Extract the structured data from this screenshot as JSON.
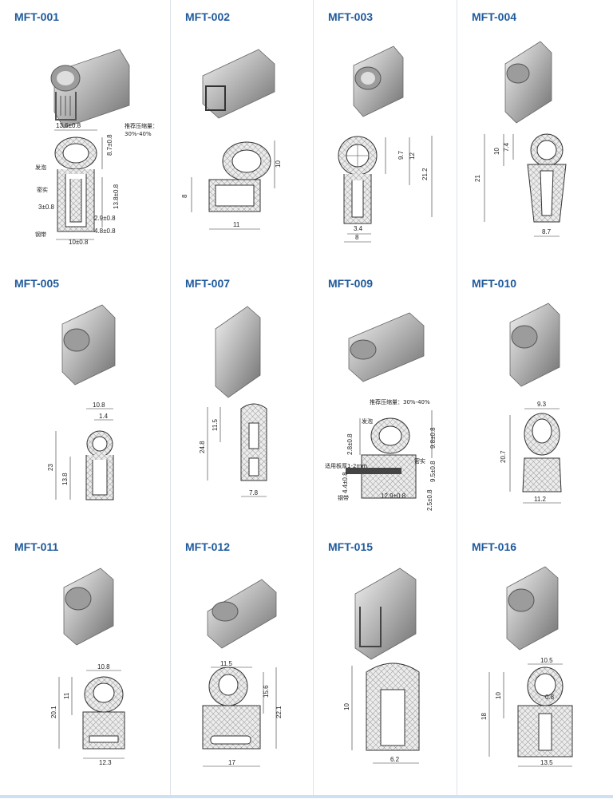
{
  "catalog": {
    "accent": "#1f5a9c",
    "items": [
      {
        "code": "MFT-001",
        "dims": [
          "13.6±0.8",
          "8.7±0.8",
          "13.8±0.8",
          "3±0.8",
          "2.9±0.8",
          "4.8±0.8",
          "10±0.8"
        ],
        "notes": [
          "推荐压缩量：",
          "30%-40%",
          "发泡",
          "密实",
          "钢带"
        ]
      },
      {
        "code": "MFT-002",
        "dims": [
          "10",
          "8",
          "11"
        ]
      },
      {
        "code": "MFT-003",
        "dims": [
          "9.7",
          "12",
          "21.2",
          "3.4",
          "8"
        ]
      },
      {
        "code": "MFT-004",
        "dims": [
          "10",
          "7.4",
          "21",
          "8.7"
        ]
      },
      {
        "code": "MFT-005",
        "dims": [
          "10.8",
          "1.4",
          "23",
          "13.8"
        ]
      },
      {
        "code": "MFT-007",
        "dims": [
          "11.5",
          "24.8",
          "7.8"
        ]
      },
      {
        "code": "MFT-009",
        "dims": [
          "2.8±0.8",
          "9.8±0.8",
          "9.5±0.8",
          "4.4±0.8",
          "12.9±0.8",
          "2.5±0.8"
        ],
        "notes": [
          "推荐压缩量：30%-40%",
          "发泡",
          "适用板厚1-2mm",
          "密实",
          "钢带"
        ]
      },
      {
        "code": "MFT-010",
        "dims": [
          "9.3",
          "20.7",
          "11.2"
        ]
      },
      {
        "code": "MFT-011",
        "dims": [
          "10.8",
          "11",
          "20.1",
          "12.3"
        ]
      },
      {
        "code": "MFT-012",
        "dims": [
          "11.5",
          "15.6",
          "22.1",
          "17"
        ]
      },
      {
        "code": "MFT-015",
        "dims": [
          "10",
          "6.2"
        ]
      },
      {
        "code": "MFT-016",
        "dims": [
          "10.5",
          "10",
          "0.8",
          "18",
          "13.5"
        ]
      }
    ]
  }
}
